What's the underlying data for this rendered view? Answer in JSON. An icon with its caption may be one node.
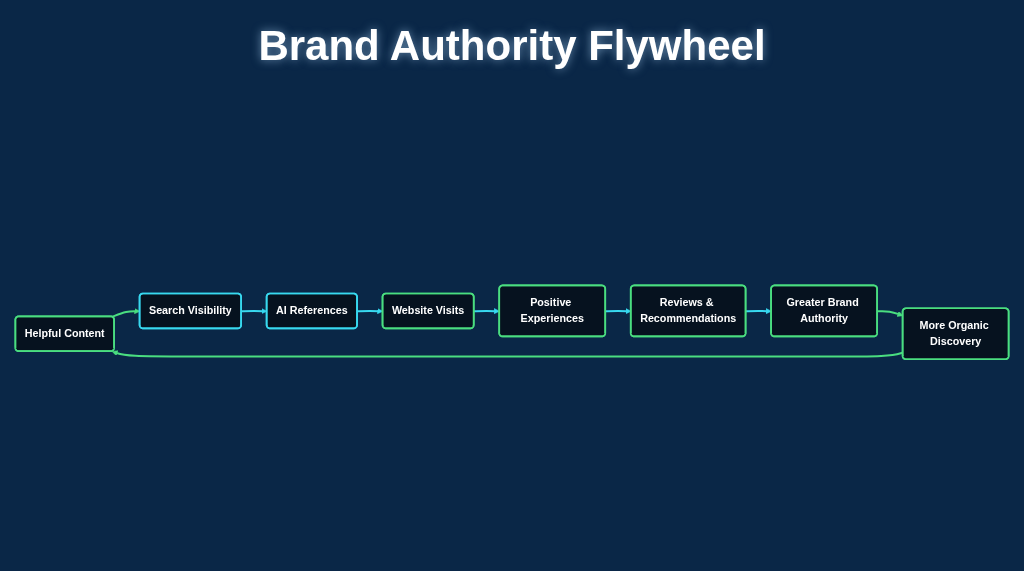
{
  "diagram": {
    "title": "Brand Authority Flywheel",
    "nodes": [
      {
        "text": [
          "Helpful Content"
        ]
      },
      {
        "text": [
          "Search Visibility"
        ]
      },
      {
        "text": [
          "AI References"
        ]
      },
      {
        "text": [
          "Website Visits"
        ]
      },
      {
        "text": [
          "Positive Experiences"
        ]
      },
      {
        "text": [
          "Reviews & Recommendations"
        ]
      },
      {
        "text": [
          "Greater Brand Authority"
        ]
      },
      {
        "text": [
          "More Organic Discovery"
        ]
      }
    ],
    "edges": [
      {
        "from": 0,
        "to": 1,
        "arrow": "to",
        "color": "#4ade80"
      },
      {
        "from": 1,
        "to": 2,
        "arrow": "to"
      },
      {
        "from": 2,
        "to": 3,
        "arrow": "to"
      },
      {
        "from": 3,
        "to": 4,
        "arrow": "to"
      },
      {
        "from": 4,
        "to": 5,
        "arrow": "to"
      },
      {
        "from": 5,
        "to": 6,
        "arrow": "to"
      },
      {
        "from": 6,
        "to": 7,
        "arrow": "to",
        "color": "#4ade80"
      },
      {
        "from": 7,
        "to": 0,
        "arrow": "to",
        "color": "#4ade80"
      }
    ]
  }
}
